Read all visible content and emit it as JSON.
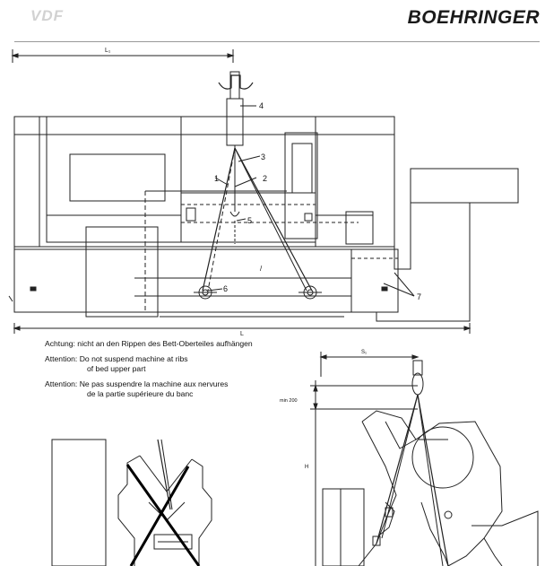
{
  "header": {
    "left_logo": "VDF",
    "right_logo": "BOEHRINGER"
  },
  "top_drawing": {
    "dim_l1": "L₁",
    "dim_l": "L",
    "callouts": [
      "1",
      "2",
      "3",
      "4",
      "5",
      "6",
      "7"
    ],
    "mid_mark": "/"
  },
  "notes": {
    "german": "Achtung: nicht an den Rippen des Bett-Oberteiles aufhängen",
    "english_line1": "Attention: Do not suspend machine at ribs",
    "english_line2": "of bed upper part",
    "french_line1": "Attention: Ne pas suspendre la machine aux nervures",
    "french_line2": "de la partie supérieure du banc"
  },
  "side_drawing": {
    "dim_s1": "S₁",
    "dim_min": "min 200",
    "dim_h": "H"
  }
}
